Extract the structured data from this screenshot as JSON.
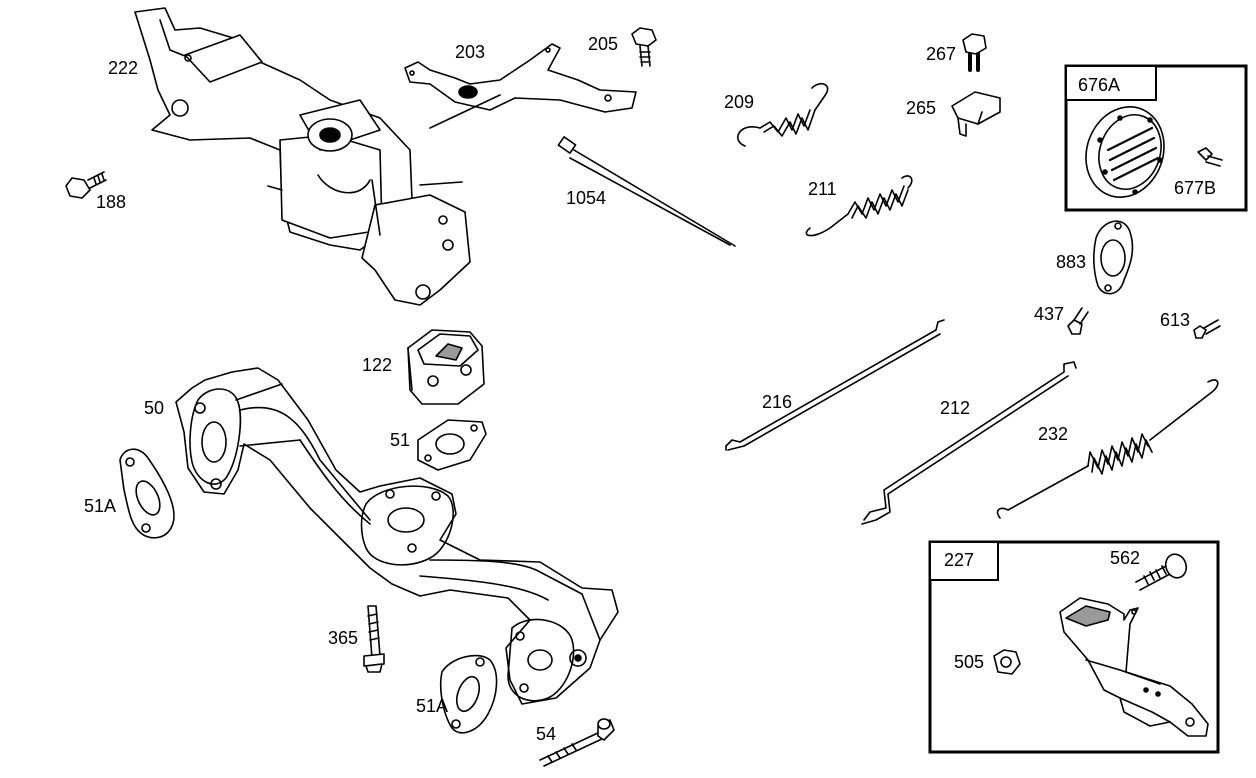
{
  "diagram": {
    "labels": {
      "l222": "222",
      "l203": "203",
      "l205": "205",
      "l267": "267",
      "l265": "265",
      "l209": "209",
      "l211": "211",
      "l1054": "1054",
      "l188": "188",
      "l676A": "676A",
      "l677B": "677B",
      "l883": "883",
      "l437": "437",
      "l613": "613",
      "l122": "122",
      "l50": "50",
      "l51": "51",
      "l51A_a": "51A",
      "l51A_b": "51A",
      "l216": "216",
      "l212": "212",
      "l232": "232",
      "l365": "365",
      "l54": "54",
      "l227": "227",
      "l562": "562",
      "l505": "505"
    }
  }
}
